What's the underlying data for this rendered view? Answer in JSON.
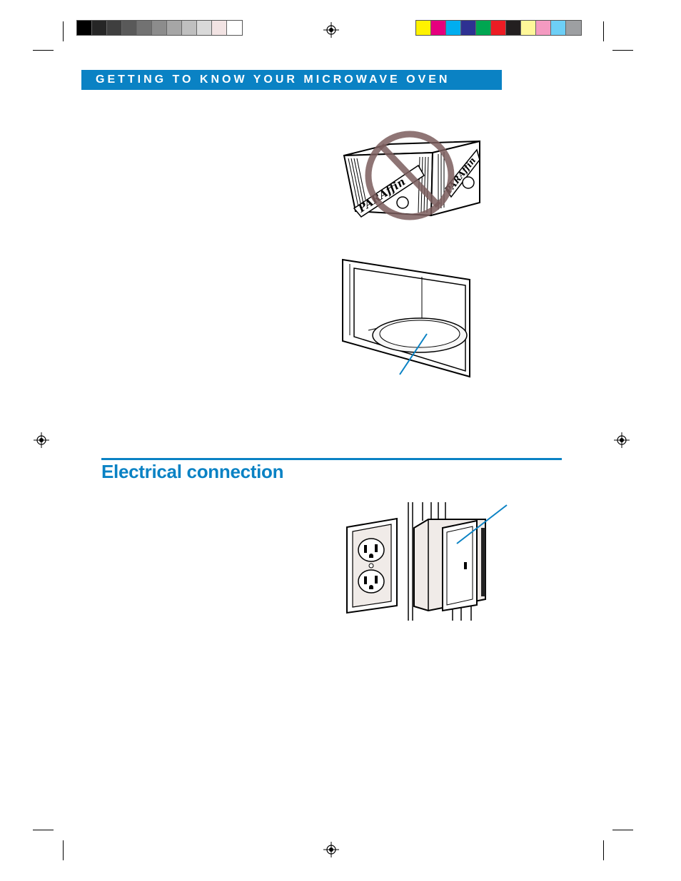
{
  "header": {
    "title": "GETTING TO KNOW YOUR MICROWAVE OVEN"
  },
  "section": {
    "title": "Electrical connection"
  },
  "illustrations": {
    "paraffin_box": {
      "label_left": "PARAffin",
      "label_right": "PARAffin"
    }
  },
  "colors": {
    "accent": "#0a82c4",
    "gray_bar": [
      "#000000",
      "#262626",
      "#3f3f3f",
      "#595959",
      "#727272",
      "#8c8c8c",
      "#a6a6a6",
      "#bfbfbf",
      "#d9d9d9",
      "#f2e3e3",
      "#ffffff"
    ],
    "color_bar": [
      "#fff200",
      "#e6007e",
      "#00aeef",
      "#2e3192",
      "#00a651",
      "#ed1c24",
      "#231f20",
      "#fff799",
      "#f49ac1",
      "#6dcff6",
      "#9d9fa2"
    ]
  }
}
